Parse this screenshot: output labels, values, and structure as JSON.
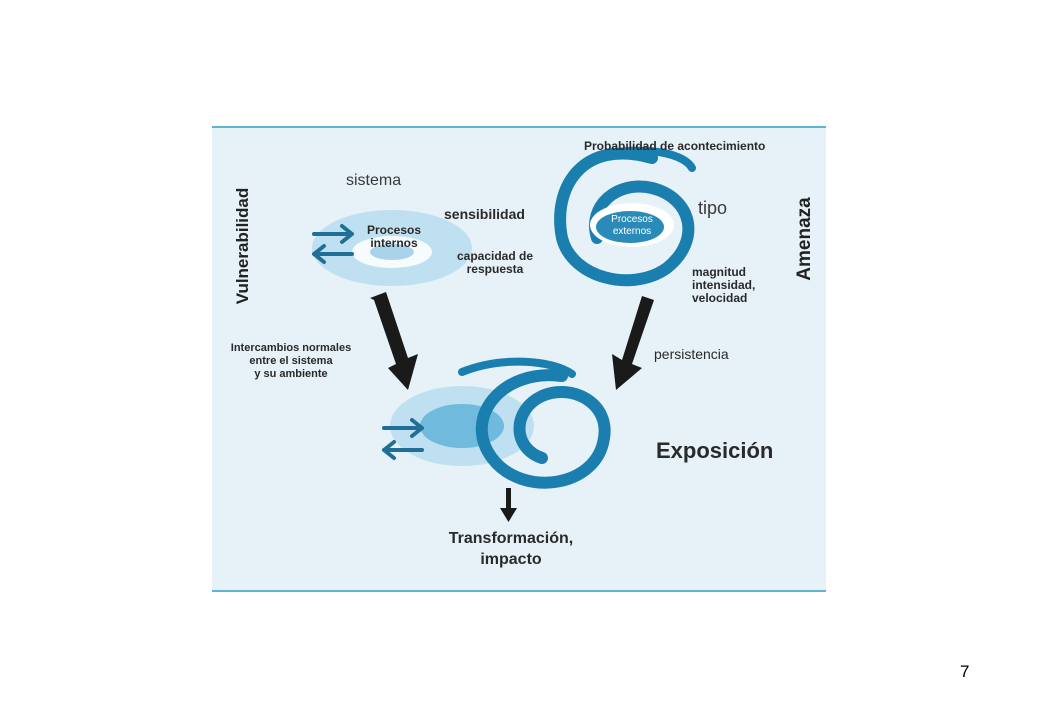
{
  "diagram": {
    "vulnerability_label": "Vulnerabilidad",
    "threat_label": "Amenaza",
    "system_label": "sistema",
    "internal_process_line1": "Procesos",
    "internal_process_line2": "internos",
    "sensitivity_label": "sensibilidad",
    "response_capacity_line1": "capacidad de",
    "response_capacity_line2": "respuesta",
    "probability_label": "Probabilidad de acontecimiento",
    "type_label": "tipo",
    "external_process_line1": "Procesos",
    "external_process_line2": "externos",
    "magnitude_line1": "magnitud",
    "magnitude_line2": "intensidad,",
    "magnitude_line3": "velocidad",
    "exchanges_line1": "Intercambios normales",
    "exchanges_line2": "entre el sistema",
    "exchanges_line3": "y su ambiente",
    "persistence_label": "persistencia",
    "exposure_label": "Exposición",
    "impact_line1": "Transformación,",
    "impact_line2": "impacto"
  },
  "colors": {
    "spiral_blue": "#1a7fae",
    "arrow_blue": "#1f6f96",
    "light_blue": "#a9d3ea",
    "mid_blue": "#6fbadd",
    "arrow_black": "#1a1a1a",
    "panel_bg": "#e6f1f8",
    "panel_border": "#5fb4d6"
  },
  "page_number": "7"
}
